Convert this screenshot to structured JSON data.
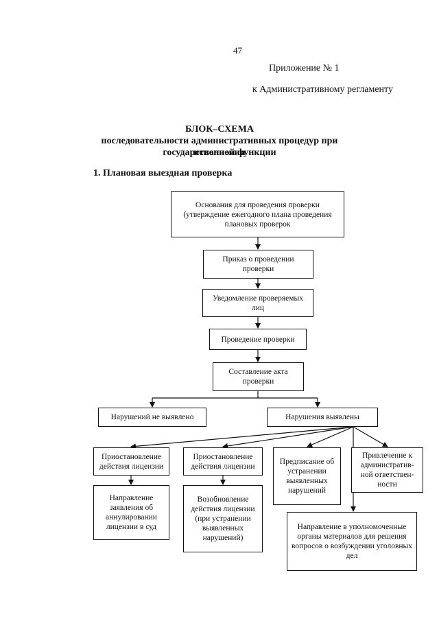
{
  "header": {
    "page_number": "47",
    "appendix_line1": "Приложение № 1",
    "appendix_line2": "к Административному регламенту"
  },
  "title": {
    "line1": "БЛОК–СХЕМА",
    "line2": "последовательности административных процедур при исполнении",
    "line3": "государственной функции"
  },
  "section": {
    "heading": "1. Плановая выездная проверка"
  },
  "flow": {
    "basis": "Основания для проведения проверки (утверждение ежегодного плана проведения плановых проверок",
    "order": "Приказ о проведении проверки",
    "notice": "Уведомление проверяемых лиц",
    "inspection": "Проведение проверки",
    "act": "Составление акта проверки",
    "no_violations": "Нарушений не выявлено",
    "violations": "Нарушения выявлены",
    "suspend1": "Приостановление действия лицензии",
    "suspend2": "Приостановление действия лицензии",
    "prescription": "Предписание об устранении выявленных нарушений",
    "liability": "Привлечение к административ-ной ответствен-ности",
    "annul": "Направление заявления об аннулировании лицензии в суд",
    "resume": "Возобновление действия лицензии (при устранении выявленных нарушений)",
    "criminal": "Направление в уполномоченные органы материалов для решения вопросов о возбуждении уголовных дел"
  }
}
